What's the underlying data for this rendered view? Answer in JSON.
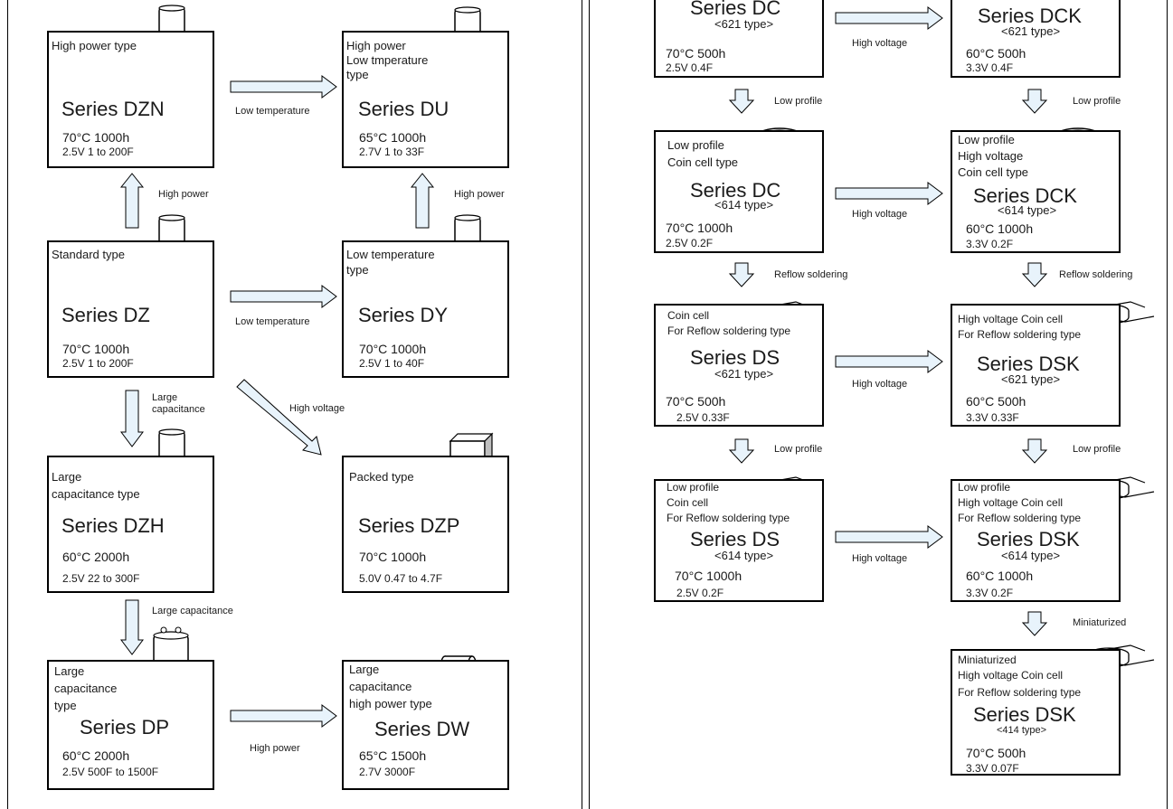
{
  "left": {
    "dzn": {
      "type": "High power type",
      "series": "Series  DZN",
      "temp": "70°C 1000h",
      "spec": "2.5V 1 to 200F"
    },
    "du": {
      "type1": "High power",
      "type2": "Low tmperature",
      "type3": "type",
      "series": "Series  DU",
      "temp": "65°C 1000h",
      "spec": "2.7V 1 to 33F"
    },
    "dz": {
      "type": "Standard type",
      "series": "Series  DZ",
      "temp": "70°C 1000h",
      "spec": "2.5V 1 to 200F"
    },
    "dy": {
      "type1": "Low temperature",
      "type2": "type",
      "series": "Series  DY",
      "temp": "70°C 1000h",
      "spec": "2.5V 1 to 40F"
    },
    "dzh": {
      "type1": "Large",
      "type2": "capacitance type",
      "series": "Series  DZH",
      "temp": "60°C 2000h",
      "spec": "2.5V 22 to 300F"
    },
    "dzp": {
      "type": "Packed type",
      "series": "Series  DZP",
      "temp": "70°C 1000h",
      "spec": "5.0V 0.47 to 4.7F"
    },
    "dp": {
      "type1": "Large",
      "type2": "capacitance",
      "type3": "type",
      "series": "Series  DP",
      "temp": "60°C 2000h",
      "spec": "2.5V 500F to 1500F"
    },
    "dw": {
      "type1": "Large",
      "type2": "capacitance",
      "type3": "high power type",
      "series": "Series  DW",
      "temp": "65°C 1500h",
      "spec": "2.7V 3000F"
    },
    "arrows": {
      "dzn_du": "Low temperature",
      "dz_dzn": "High power",
      "dy_du": "High power",
      "dz_dy": "Low temperature",
      "dz_dzh1": "Large",
      "dz_dzh2": "capacitance",
      "dz_dzp": "High voltage",
      "dzh_dp": "Large capacitance",
      "dp_dw": "High power"
    }
  },
  "right": {
    "dc621": {
      "series": "Series  DC",
      "sub": "<621 type>",
      "temp": "70°C 500h",
      "spec": "2.5V 0.4F"
    },
    "dck621": {
      "series": "Series  DCK",
      "sub": "<621 type>",
      "temp": "60°C 500h",
      "spec": "3.3V 0.4F"
    },
    "dc614": {
      "type1": "Low profile",
      "type2": "Coin cell type",
      "series": "Series  DC",
      "sub": "<614 type>",
      "temp": "70°C 1000h",
      "spec": "2.5V 0.2F"
    },
    "dck614": {
      "type1": "Low profile",
      "type2": "High voltage",
      "type3": "Coin cell type",
      "series": "Series  DCK",
      "sub": "<614 type>",
      "temp": "60°C 1000h",
      "spec": "3.3V 0.2F"
    },
    "ds621": {
      "type1": "Coin cell",
      "type2": "For Reflow soldering type",
      "series": "Series  DS",
      "sub": "<621 type>",
      "temp": "70°C 500h",
      "spec": "2.5V 0.33F"
    },
    "dsk621": {
      "type1": "High voltage Coin cell",
      "type2": "For Reflow soldering type",
      "series": "Series  DSK",
      "sub": "<621 type>",
      "temp": "60°C 500h",
      "spec": "3.3V 0.33F"
    },
    "ds614": {
      "type1": "Low profile",
      "type2": "Coin cell",
      "type3": "For Reflow soldering type",
      "series": "Series  DS",
      "sub": "<614 type>",
      "temp": "70°C 1000h",
      "spec": "2.5V 0.2F"
    },
    "dsk614": {
      "type1": "Low profile",
      "type2": "High voltage Coin cell",
      "type3": "For Reflow soldering type",
      "series": "Series  DSK",
      "sub": "<614 type>",
      "temp": "60°C 1000h",
      "spec": "3.3V 0.2F"
    },
    "dsk414": {
      "type1": "Miniaturized",
      "type2": "High voltage Coin cell",
      "type3": "For Reflow soldering type",
      "series": "Series  DSK",
      "sub": "<414 type>",
      "temp": "70°C 500h",
      "spec": "3.3V 0.07F"
    },
    "arrows": {
      "hv1": "High voltage",
      "lp1a": "Low profile",
      "lp1b": "Low profile",
      "hv2": "High voltage",
      "rs_a": "Reflow soldering",
      "rs_b": "Reflow soldering",
      "hv3": "High voltage",
      "lp2a": "Low profile",
      "lp2b": "Low profile",
      "hv4": "High voltage",
      "mini": "Miniaturized"
    }
  }
}
